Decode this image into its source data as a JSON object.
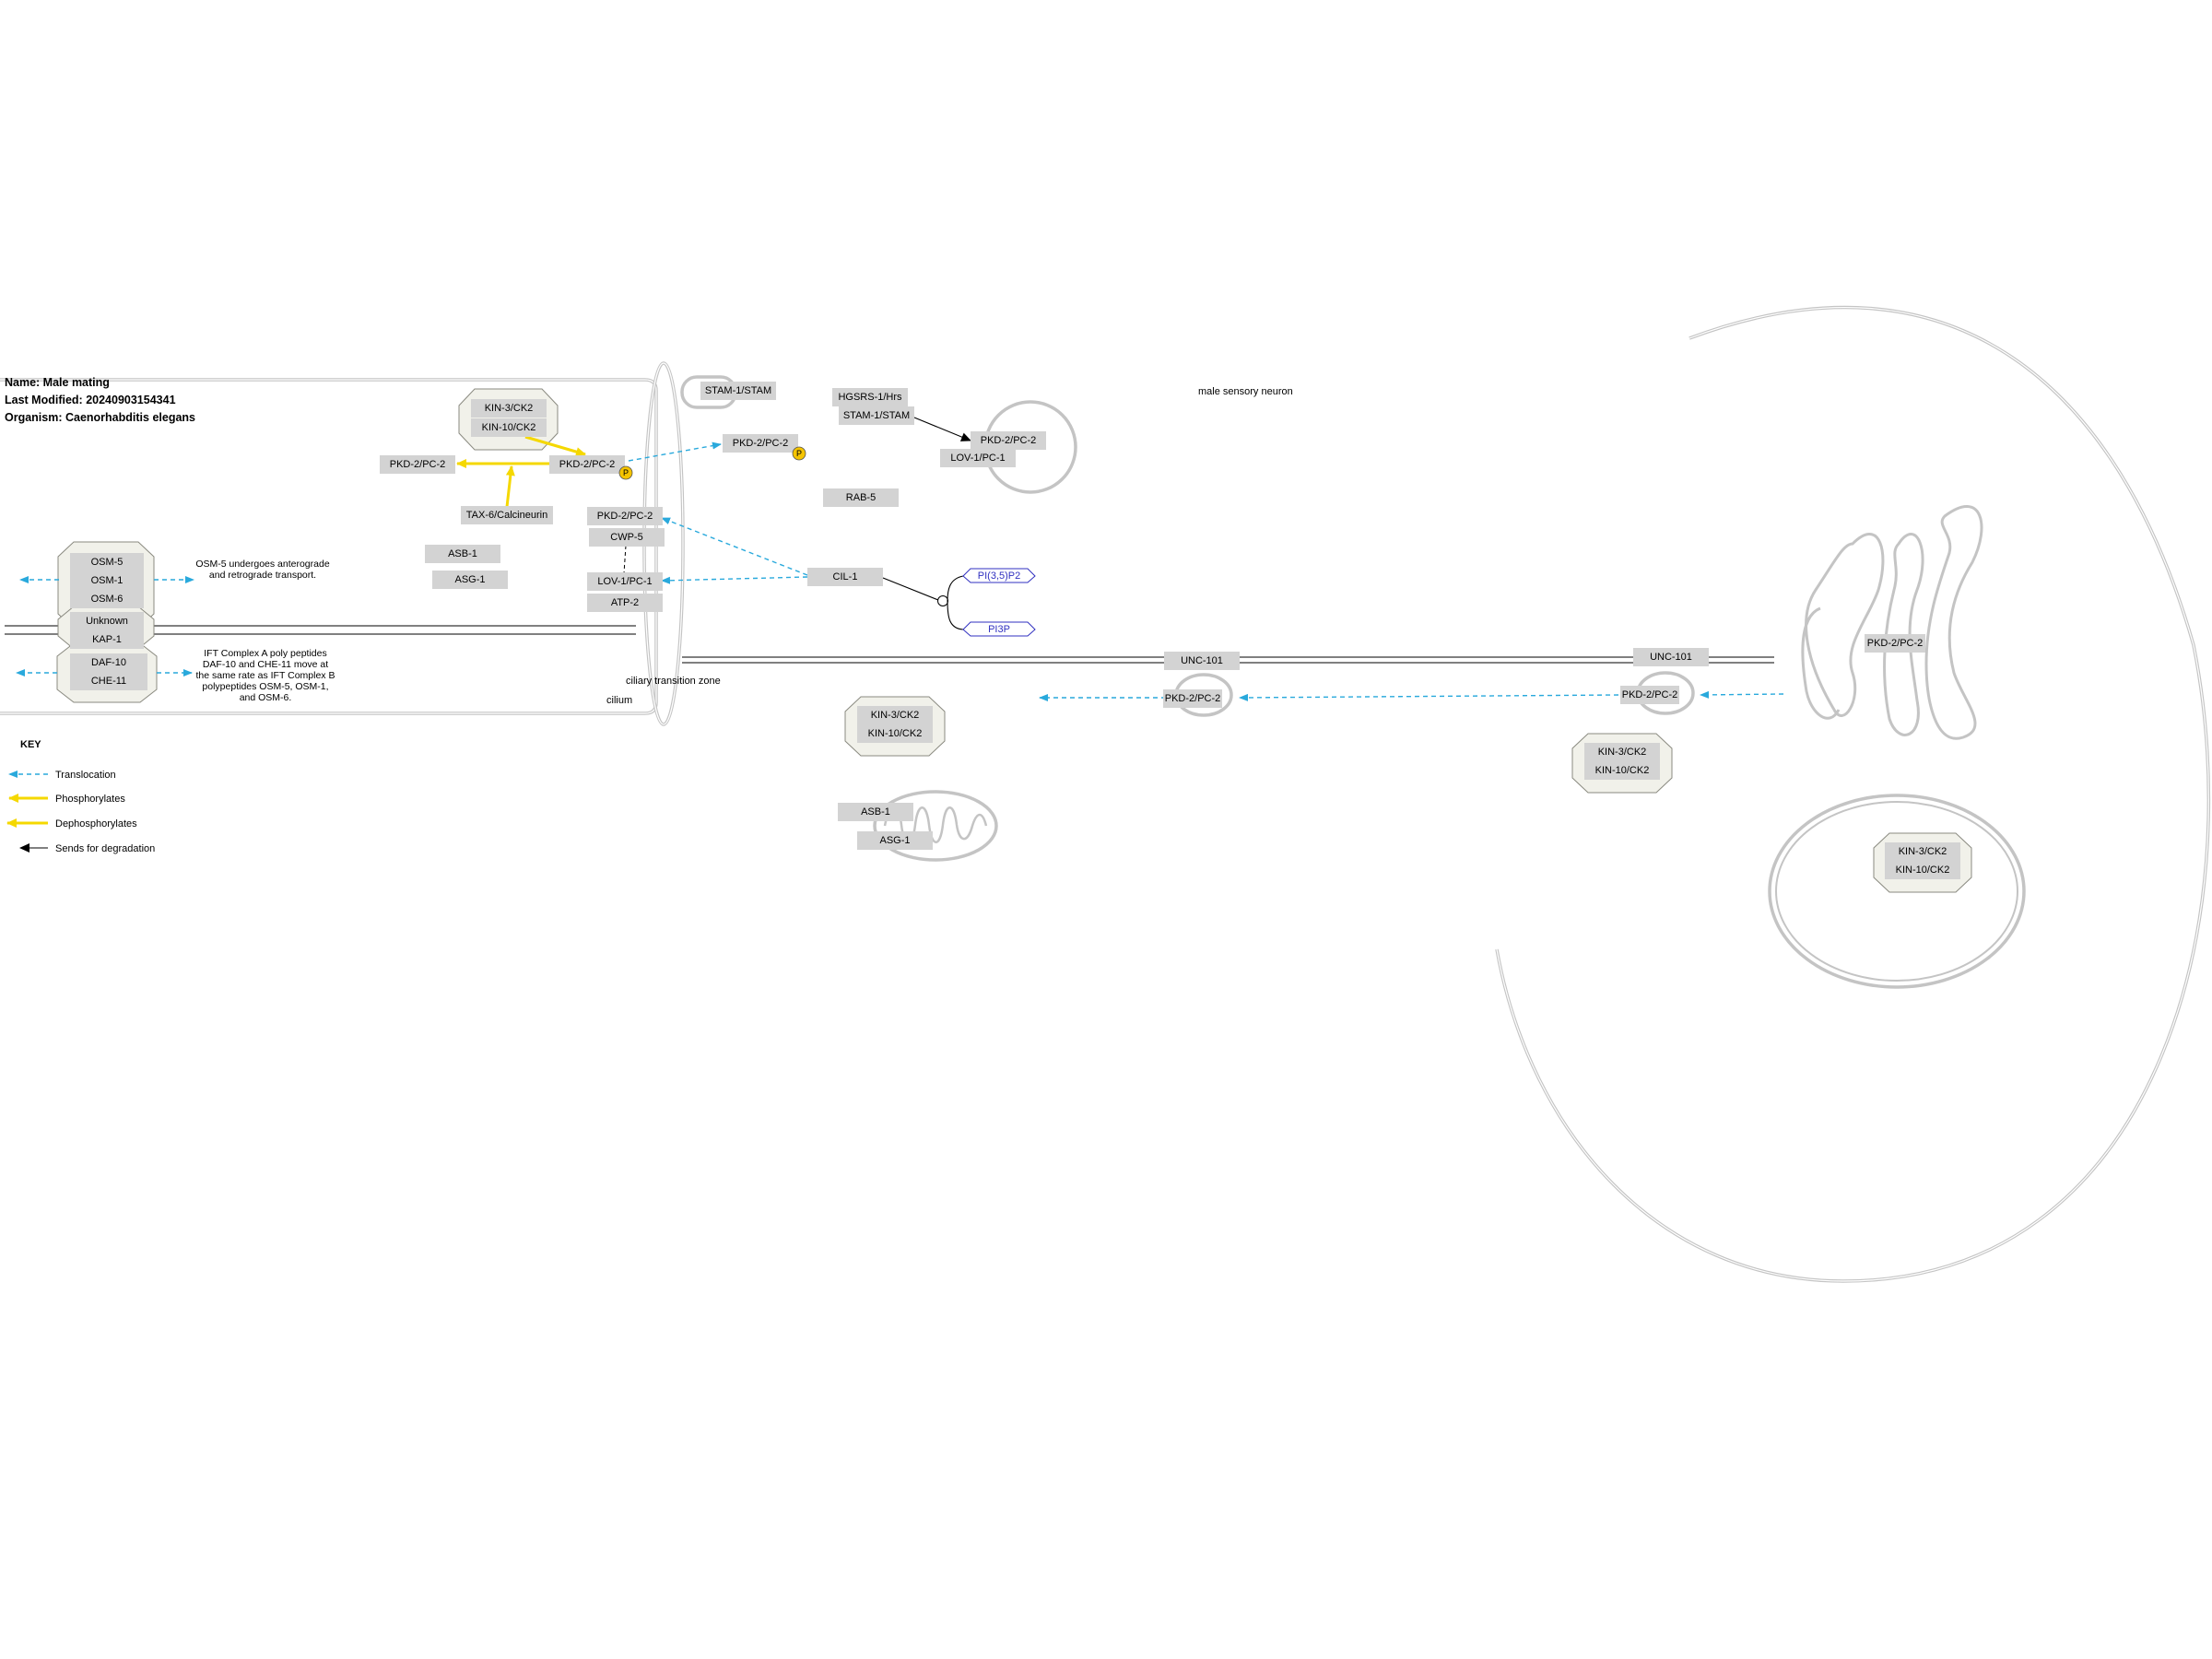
{
  "info": {
    "name": "Name: Male mating",
    "last_modified": "Last Modified: 20240903154341",
    "organism": "Organism: Caenorhabditis elegans"
  },
  "labels": {
    "male_sensory_neuron": "male sensory neuron",
    "ciliary_transition_zone": "ciliary transition zone",
    "cilium": "cilium"
  },
  "notes": {
    "osm5": [
      "OSM-5 undergoes anterograde",
      "and retrograde transport."
    ],
    "ift": [
      "IFT Complex A poly peptides",
      "DAF-10 and CHE-11 move at",
      "the same rate as IFT Complex B",
      "polypeptides OSM-5, OSM-1,",
      "and OSM-6."
    ]
  },
  "key": {
    "title": "KEY",
    "items": [
      "Translocation",
      "Phosphorylates",
      "Dephosphorylates",
      "Sends for degradation"
    ]
  },
  "nodes": {
    "kin3_a": "KIN-3/CK2",
    "kin10_a": "KIN-10/CK2",
    "pkd2_left": "PKD-2/PC-2",
    "pkd2_center": "PKD-2/PC-2",
    "tax6": "TAX-6/Calcineurin",
    "asb1_a": "ASB-1",
    "asg1_a": "ASG-1",
    "pkd2_tz": "PKD-2/PC-2",
    "cwp5": "CWP-5",
    "lov1_tz": "LOV-1/PC-1",
    "atp2": "ATP-2",
    "stam1_a": "STAM-1/STAM",
    "pkd2_vesicle": "PKD-2/PC-2",
    "hgsrs1": "HGSRS-1/Hrs",
    "stam1_b": "STAM-1/STAM",
    "pkd2_endo": "PKD-2/PC-2",
    "lov1_endo": "LOV-1/PC-1",
    "rab5": "RAB-5",
    "cil1": "CIL-1",
    "osm5": "OSM-5",
    "osm1": "OSM-1",
    "osm6": "OSM-6",
    "unknown": "Unknown",
    "kap1": "KAP-1",
    "daf10": "DAF-10",
    "che11": "CHE-11",
    "unc101_a": "UNC-101",
    "pkd2_dend": "PKD-2/PC-2",
    "kin3_b": "KIN-3/CK2",
    "kin10_b": "KIN-10/CK2",
    "asb1_b": "ASB-1",
    "asg1_b": "ASG-1",
    "unc101_b": "UNC-101",
    "pkd2_dend2": "PKD-2/PC-2",
    "kin3_c": "KIN-3/CK2",
    "kin10_c": "KIN-10/CK2",
    "pkd2_golgi": "PKD-2/PC-2",
    "kin3_d": "KIN-3/CK2",
    "kin10_d": "KIN-10/CK2"
  },
  "metabolites": {
    "pi35p2": "PI(3,5)P2",
    "pi3p": "PI3P"
  },
  "phospho_mark": "P",
  "colors": {
    "translocation": "#29a9dc",
    "phosphorylates": "#f5d800",
    "degradation": "#000000",
    "membrane": "#c4c4c4",
    "metabolite": "#3030c0"
  }
}
